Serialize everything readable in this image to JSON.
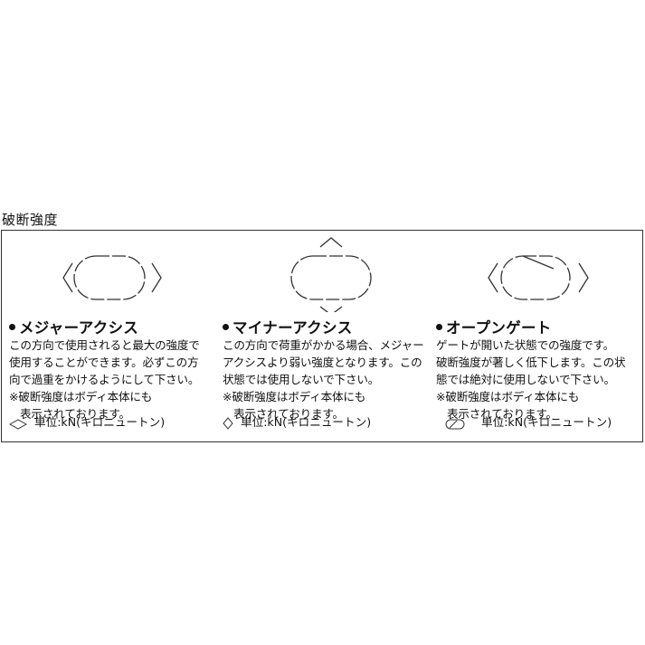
{
  "title": "破断強度",
  "columns": [
    {
      "heading": "メジャーアクシス",
      "lines": [
        "この方向で使用されると最大の強度で",
        "使用することができます。必ずこの方",
        "向で過重をかけるようにして下さい。"
      ],
      "note1": "※破断強度はボディ本体にも",
      "note2": "表示されております。",
      "unit_symbol": "diamond-wide-icon",
      "unit": "単位:kN(キロニュートン)"
    },
    {
      "heading": "マイナーアクシス",
      "lines": [
        "この方向で荷重がかかる場合、メジャー",
        "アクシスより弱い強度となります。この",
        "状態では使用しないで下さい。"
      ],
      "note1": "※破断強度はボディ本体にも",
      "note2": "表示されております。",
      "unit_symbol": "diamond-tall-icon",
      "unit": "単位:kN(キロニュートン)"
    },
    {
      "heading": "オープンゲート",
      "lines": [
        "ゲートが開いた状態での強度です。",
        "破断強度が著しく低下します。この状",
        "態では絶対に使用しないで下さい。"
      ],
      "note1": "※破断強度はボディ本体にも",
      "note2": "表示されております。",
      "unit_symbol": "open-gate-oval-icon",
      "unit": "単位:kN(キロニュートン)"
    }
  ]
}
